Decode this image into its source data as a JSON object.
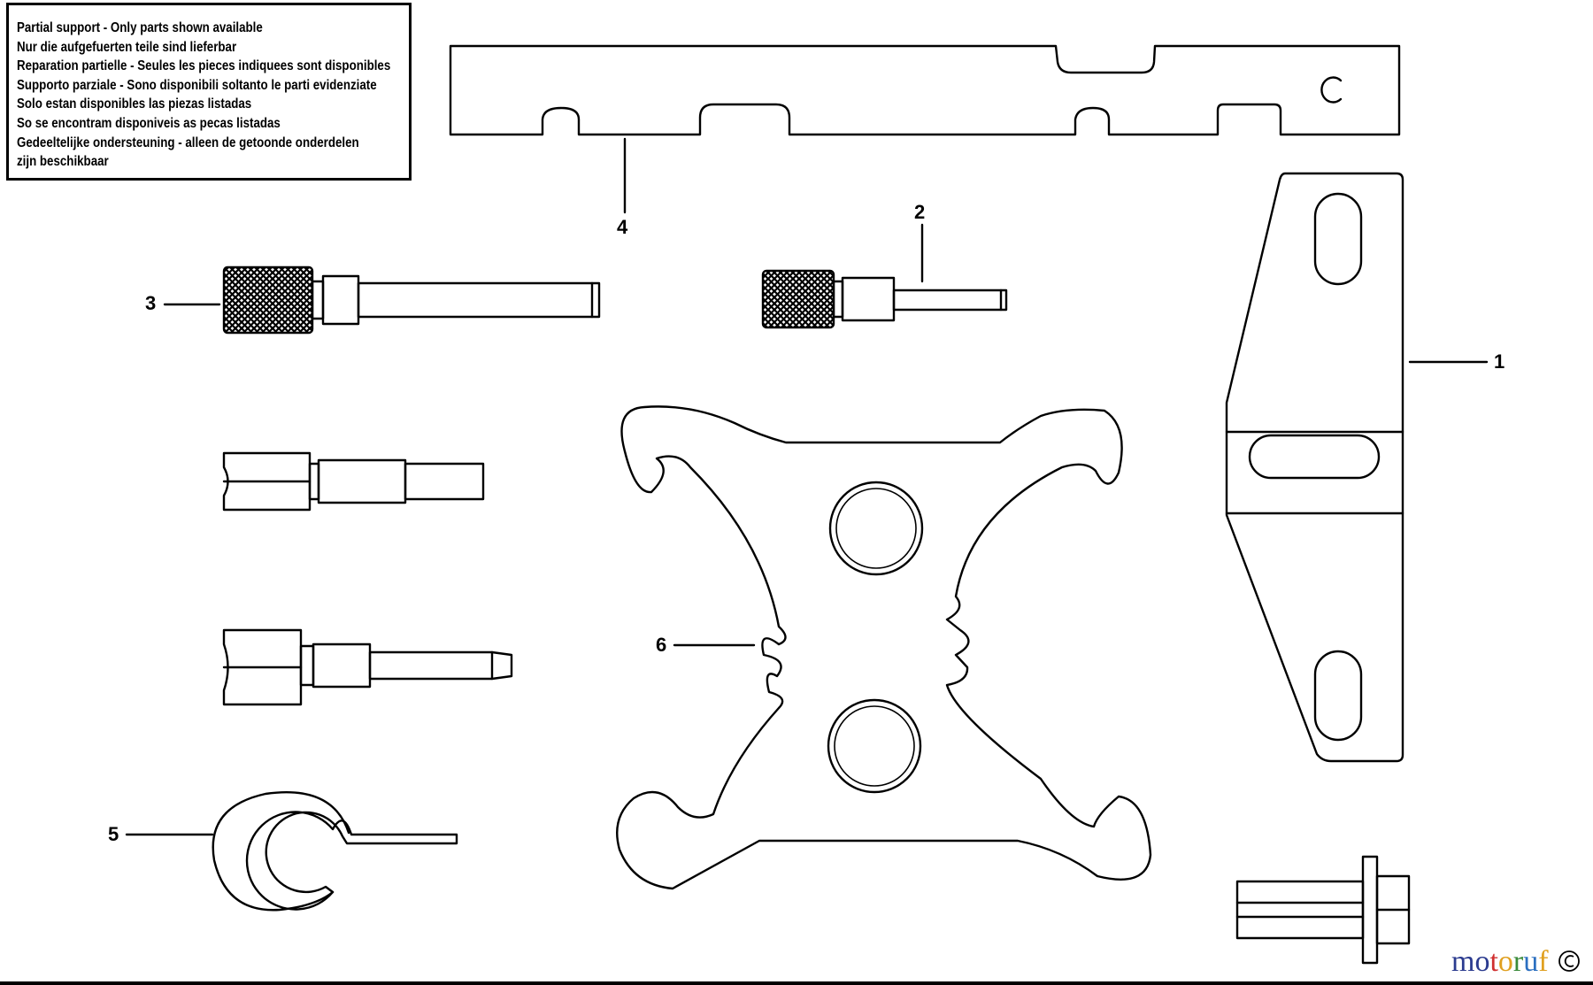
{
  "notice": {
    "lines": [
      "Partial support - Only parts shown available",
      "Nur die aufgefuerten teile sind lieferbar",
      "Reparation partielle - Seules les pieces indiquees sont disponibles",
      "Supporto parziale - Sono disponibili soltanto le parti evidenziate",
      "Solo estan disponibles las piezas listadas",
      "So se encontram disponiveis as pecas listadas",
      "Gedeeltelijke ondersteuning - alleen de getoonde onderdelen",
      "zijn beschikbaar"
    ]
  },
  "callouts": {
    "c1": "1",
    "c2": "2",
    "c3": "3",
    "c4": "4",
    "c5": "5",
    "c6": "6"
  },
  "watermark": {
    "letters": [
      "m",
      "o",
      "t",
      "o",
      "r",
      "u",
      "f"
    ],
    "colors": [
      "#2b3b8f",
      "#2b3b8f",
      "#d03030",
      "#e0a020",
      "#3a8a3a",
      "#2b6fc0",
      "#e0a020"
    ]
  },
  "icons": {
    "copyright": "copyright-icon"
  }
}
